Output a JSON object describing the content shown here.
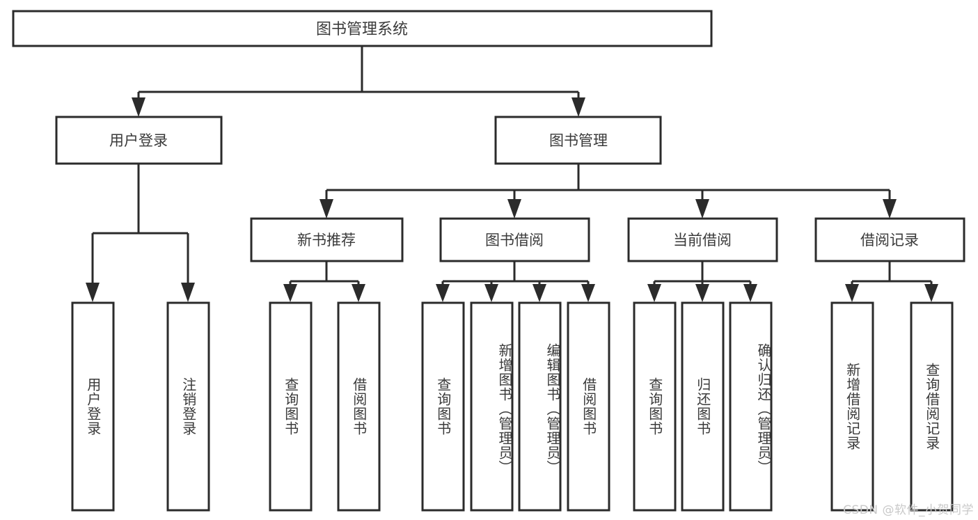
{
  "diagram": {
    "title": "图书管理系统",
    "type": "tree",
    "watermark": "CSDN @软件_小贺同学",
    "colors": {
      "box_stroke": "#2b2b2b",
      "box_fill": "#ffffff",
      "text": "#3a3a3a",
      "connector": "#2b2b2b",
      "watermark": "#c9c9c9",
      "background": "#ffffff"
    },
    "root": {
      "id": "root",
      "label": "图书管理系统"
    },
    "level2": [
      {
        "id": "user-login",
        "label": "用户登录"
      },
      {
        "id": "book-manage",
        "label": "图书管理"
      }
    ],
    "level3": [
      {
        "id": "new-book-rec",
        "label": "新书推荐",
        "parent": "book-manage"
      },
      {
        "id": "book-borrow",
        "label": "图书借阅",
        "parent": "book-manage"
      },
      {
        "id": "current-borrow",
        "label": "当前借阅",
        "parent": "book-manage"
      },
      {
        "id": "borrow-record",
        "label": "借阅记录",
        "parent": "book-manage"
      }
    ],
    "leaves": [
      {
        "id": "leaf-user-login",
        "label": "用户登录",
        "parent": "user-login"
      },
      {
        "id": "leaf-user-logout",
        "label": "注销登录",
        "parent": "user-login"
      },
      {
        "id": "leaf-query-book-1",
        "label": "查询图书",
        "parent": "new-book-rec"
      },
      {
        "id": "leaf-borrow-book-1",
        "label": "借阅图书",
        "parent": "new-book-rec"
      },
      {
        "id": "leaf-query-book-2",
        "label": "查询图书",
        "parent": "book-borrow"
      },
      {
        "id": "leaf-add-book",
        "label": "新增图书（管理员）",
        "parent": "book-borrow"
      },
      {
        "id": "leaf-edit-book",
        "label": "编辑图书（管理员）",
        "parent": "book-borrow"
      },
      {
        "id": "leaf-borrow-book-2",
        "label": "借阅图书",
        "parent": "book-borrow"
      },
      {
        "id": "leaf-query-book-3",
        "label": "查询图书",
        "parent": "current-borrow"
      },
      {
        "id": "leaf-return-book",
        "label": "归还图书",
        "parent": "current-borrow"
      },
      {
        "id": "leaf-confirm-return",
        "label": "确认归还（管理员）",
        "parent": "current-borrow"
      },
      {
        "id": "leaf-add-record",
        "label": "新增借阅记录",
        "parent": "borrow-record"
      },
      {
        "id": "leaf-query-record",
        "label": "查询借阅记录",
        "parent": "borrow-record"
      }
    ]
  }
}
